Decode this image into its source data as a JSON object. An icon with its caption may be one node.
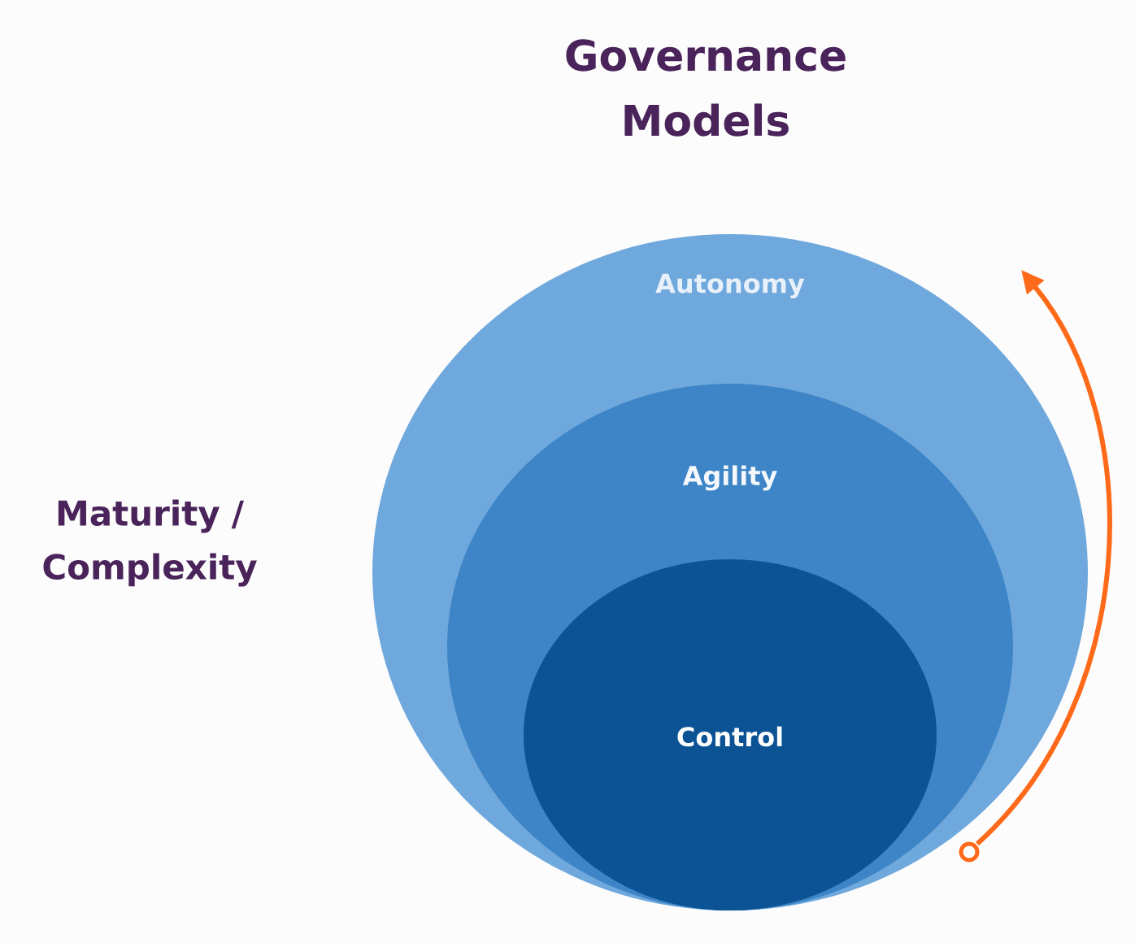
{
  "diagram": {
    "title": "Governance Models",
    "nodes": [
      {
        "text": [
          "Autonomy"
        ]
      },
      {
        "text": [
          "Agility"
        ],
        "in": 0
      },
      {
        "text": [
          "Control"
        ],
        "in": 1
      }
    ],
    "labels": [
      "Maturity / Complexity"
    ]
  }
}
